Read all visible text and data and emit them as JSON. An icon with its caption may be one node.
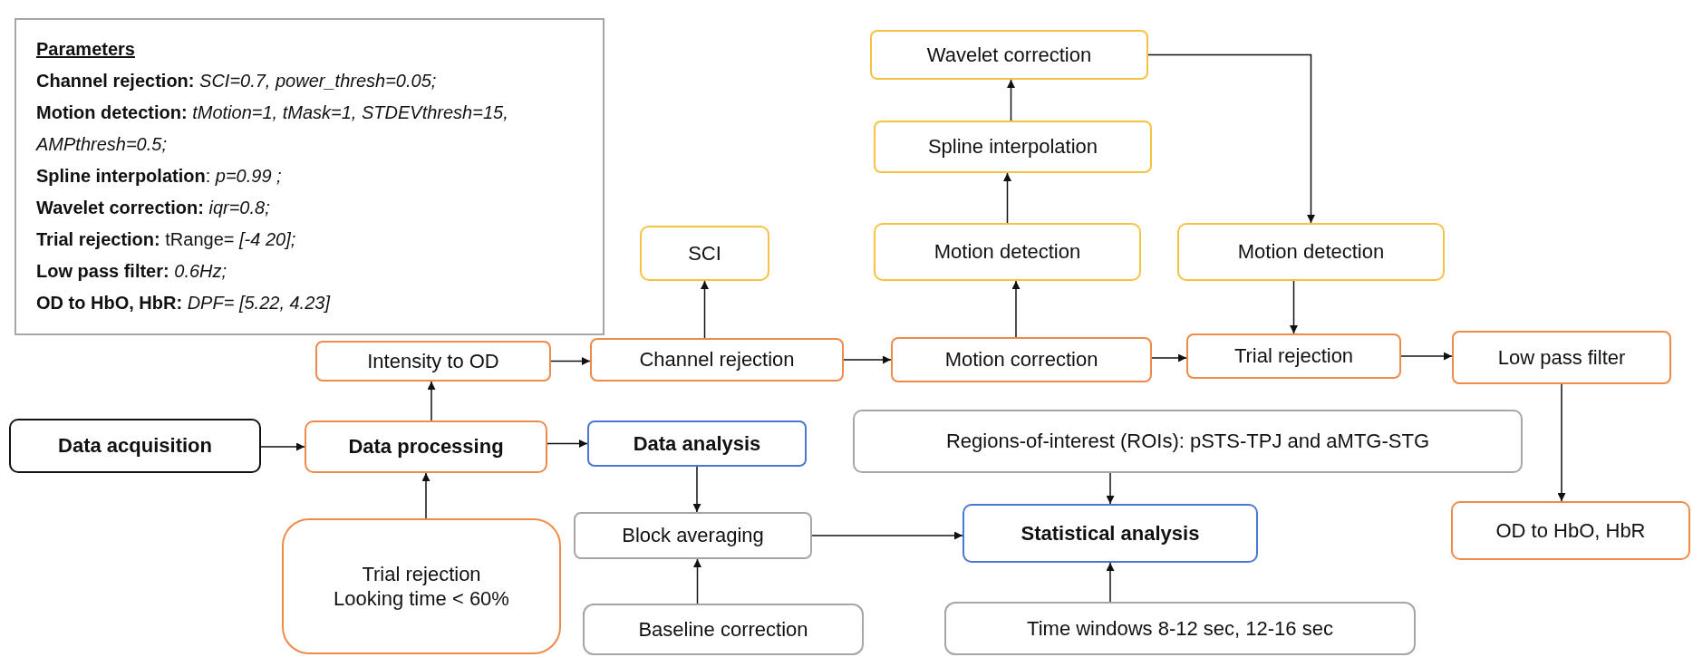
{
  "diagram": {
    "nodes": [
      {
        "text": [
          "Parameters",
          "**Channel rejection:** *SCI=0.7, power_thresh=0.05;*",
          "**Motion detection:** *tMotion=1, tMask=1, STDEVthresh=15, AMPthresh=0.5;*",
          "**Spline interpolation**: *p=0.99 ;*",
          "**Wavelet correction:** *iqr=0.8;*",
          "**Trial rejection:** tRange= *[-4 20];*",
          "**Low pass filter:** *0.6Hz;*",
          "**OD to HbO, HbR:** *DPF= [5.22, 4.23]*"
        ]
      },
      {
        "text": [
          "Wavelet correction"
        ]
      },
      {
        "text": [
          "Spline interpolation"
        ]
      },
      {
        "text": [
          "SCI"
        ]
      },
      {
        "text": [
          "Motion detection"
        ]
      },
      {
        "text": [
          "Motion detection"
        ]
      },
      {
        "text": [
          "Intensity to OD"
        ]
      },
      {
        "text": [
          "Channel rejection"
        ]
      },
      {
        "text": [
          "Motion correction"
        ]
      },
      {
        "text": [
          "Trial rejection"
        ]
      },
      {
        "text": [
          "Low pass filter"
        ]
      },
      {
        "text": [
          "Data acquisition"
        ]
      },
      {
        "text": [
          "Data processing"
        ]
      },
      {
        "text": [
          "Data analysis"
        ]
      },
      {
        "text": [
          "Regions-of-interest (ROIs): pSTS-TPJ and aMTG-STG"
        ]
      },
      {
        "text": [
          "Block averaging"
        ]
      },
      {
        "text": [
          "Statistical analysis"
        ]
      },
      {
        "text": [
          "OD to HbO, HbR"
        ]
      },
      {
        "text": [
          "Trial rejection",
          "Looking time < 60%"
        ]
      },
      {
        "text": [
          "Baseline correction"
        ]
      },
      {
        "text": [
          "Time windows 8-12 sec, 12-16 sec"
        ]
      }
    ],
    "edges": [
      {
        "from": 11,
        "to": 12,
        "arrow": "to"
      },
      {
        "from": 12,
        "to": 6,
        "arrow": "to"
      },
      {
        "from": 18,
        "to": 12,
        "arrow": "to"
      },
      {
        "from": 12,
        "to": 13,
        "arrow": "to"
      },
      {
        "from": 6,
        "to": 7,
        "arrow": "to"
      },
      {
        "from": 7,
        "to": 3,
        "arrow": "to"
      },
      {
        "from": 7,
        "to": 8,
        "arrow": "to"
      },
      {
        "from": 8,
        "to": 4,
        "arrow": "to"
      },
      {
        "from": 4,
        "to": 2,
        "arrow": "to"
      },
      {
        "from": 2,
        "to": 1,
        "arrow": "to"
      },
      {
        "from": 1,
        "to": 5,
        "arrow": "to"
      },
      {
        "from": 5,
        "to": 9,
        "arrow": "to"
      },
      {
        "from": 8,
        "to": 9,
        "arrow": "to"
      },
      {
        "from": 9,
        "to": 10,
        "arrow": "to"
      },
      {
        "from": 10,
        "to": 17,
        "arrow": "to"
      },
      {
        "from": 13,
        "to": 15,
        "arrow": "to"
      },
      {
        "from": 19,
        "to": 15,
        "arrow": "to"
      },
      {
        "from": 15,
        "to": 16,
        "arrow": "to"
      },
      {
        "from": 14,
        "to": 16,
        "arrow": "to"
      },
      {
        "from": 20,
        "to": 16,
        "arrow": "to"
      }
    ]
  }
}
